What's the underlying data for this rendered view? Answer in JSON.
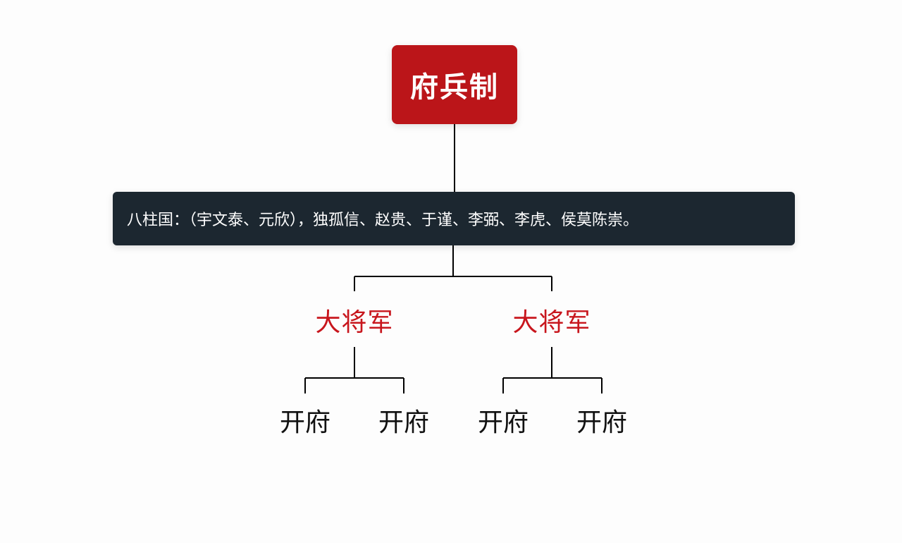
{
  "diagram": {
    "root": {
      "label": "府兵制"
    },
    "bar": {
      "label": "八柱国：（宇文泰、元欣），独孤信、赵贵、于谨、李弼、李虎、侯莫陈崇。"
    },
    "generals": [
      {
        "label": "大将军",
        "children": [
          {
            "label": "开府"
          },
          {
            "label": "开府"
          }
        ]
      },
      {
        "label": "大将军",
        "children": [
          {
            "label": "开府"
          },
          {
            "label": "开府"
          }
        ]
      }
    ],
    "colors": {
      "root_fill": "#bb1519",
      "bar_fill": "#1c2730",
      "general_text": "#c8161d",
      "office_text": "#111111",
      "line": "#000000"
    }
  }
}
